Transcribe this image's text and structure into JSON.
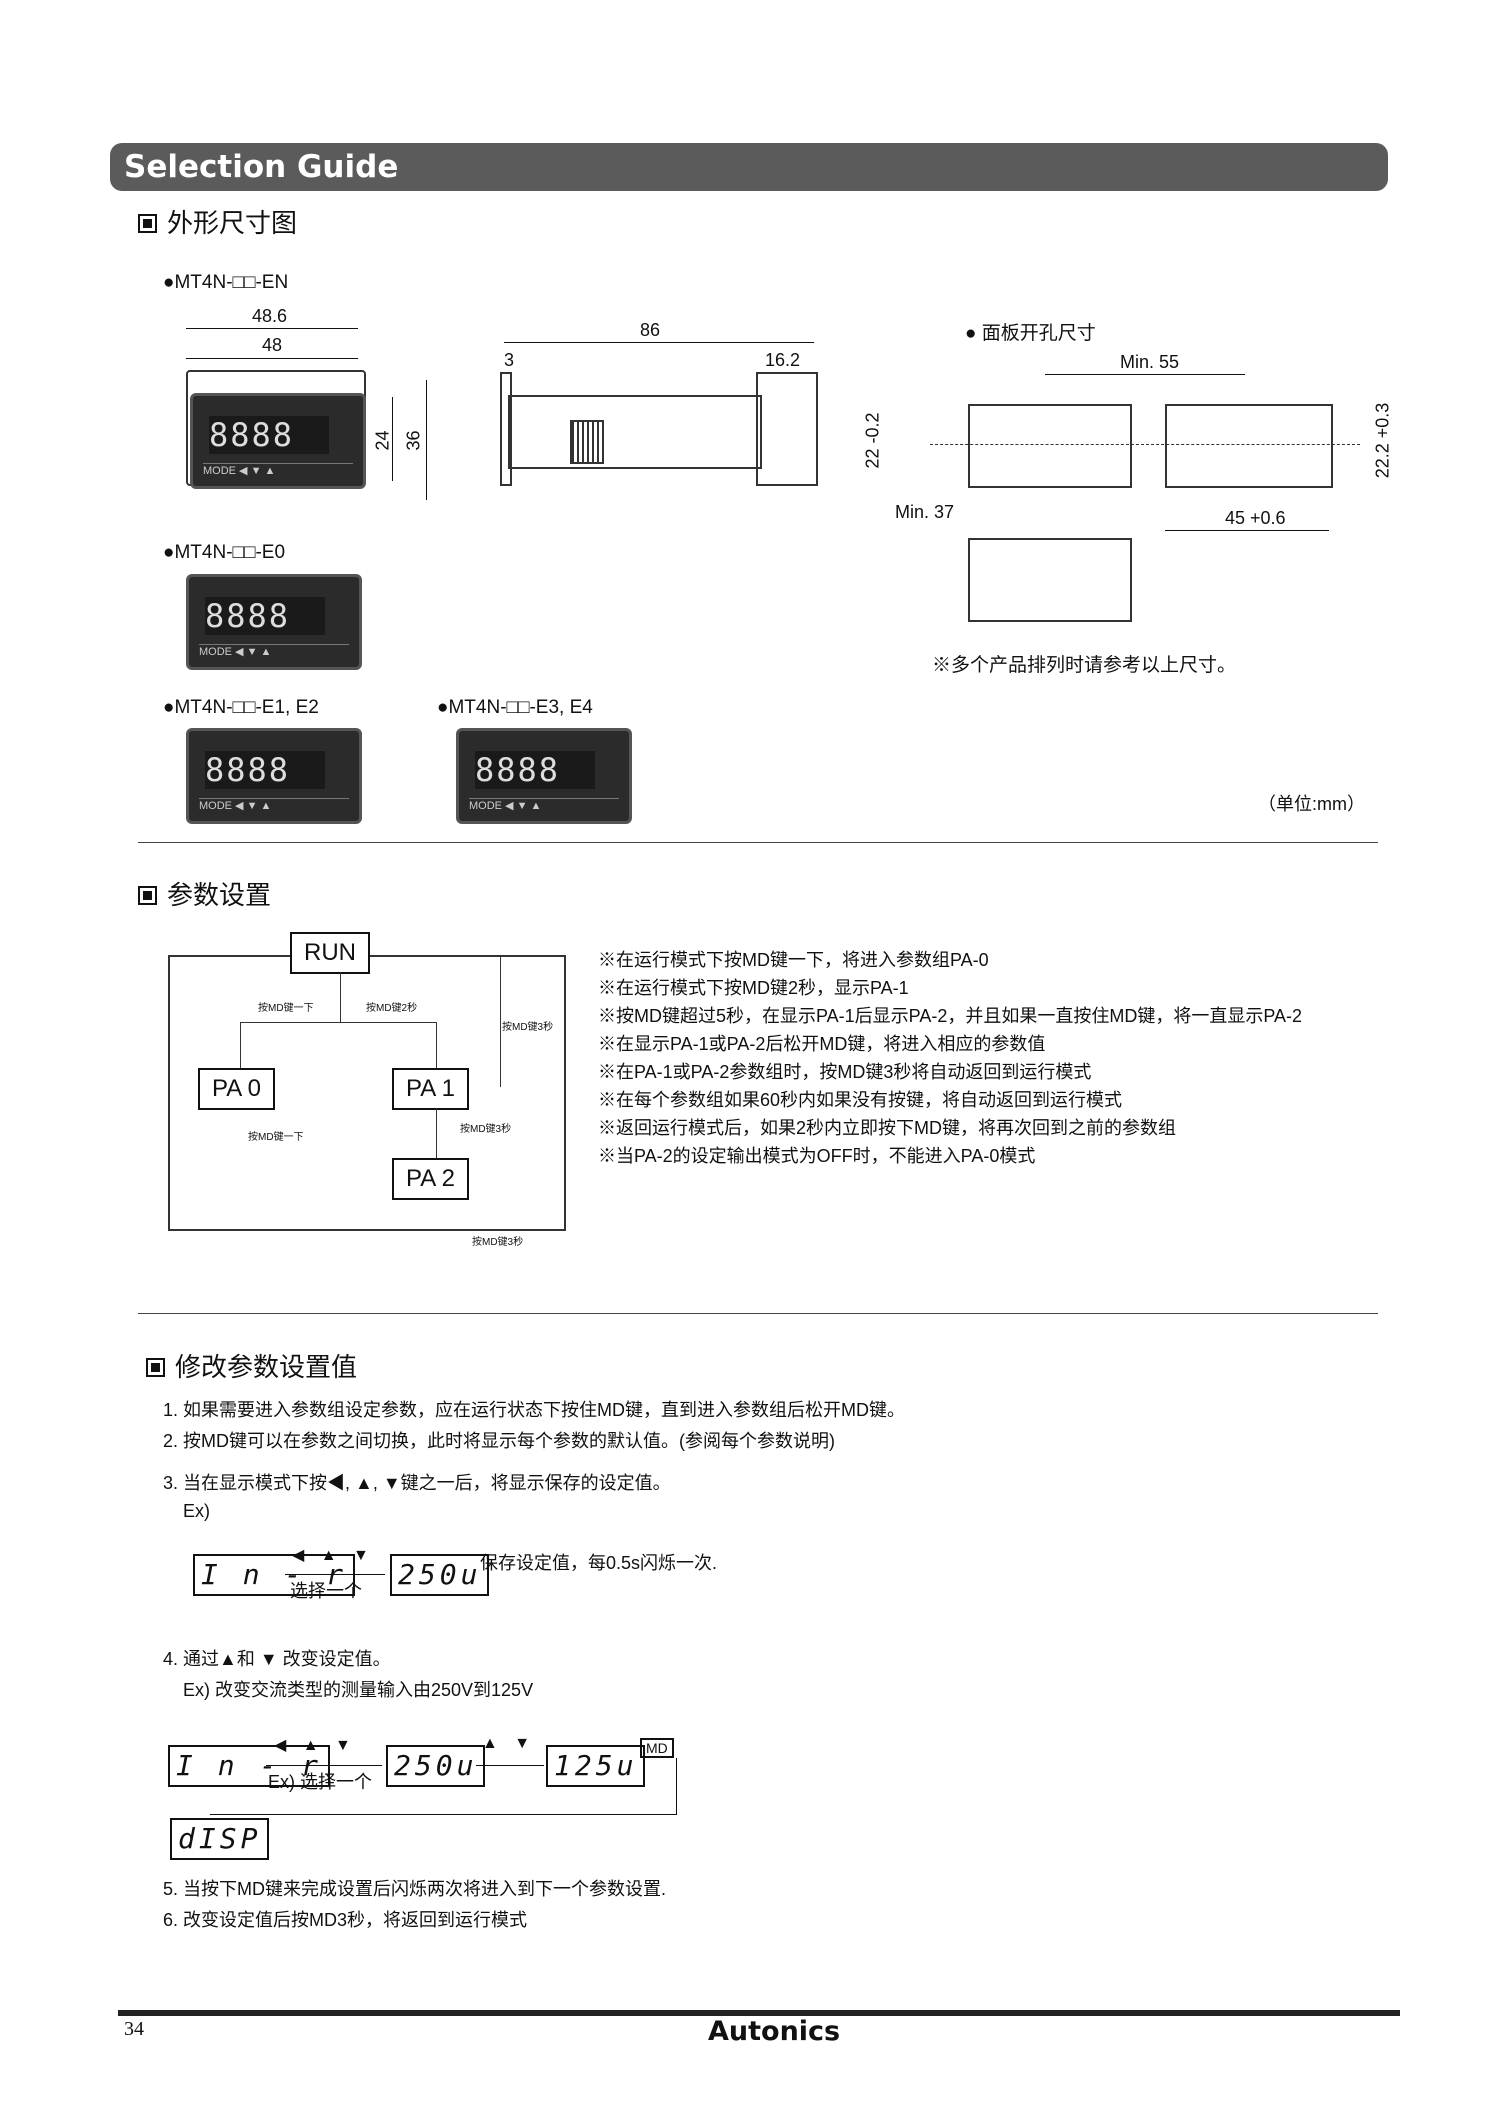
{
  "header": {
    "banner": "Selection Guide"
  },
  "dimensions": {
    "section_title": "外形尺寸图",
    "models": [
      "●MT4N-□□-EN",
      "●MT4N-□□-E0",
      "●MT4N-□□-E1, E2",
      "●MT4N-□□-E3, E4"
    ],
    "front_dims": [
      "48.6",
      "48",
      "24",
      "36"
    ],
    "side_dims": [
      "86",
      "3",
      "16.2",
      "22 -0.2"
    ],
    "panel_cutout_title": "● 面板开孔尺寸",
    "cutout_dims": [
      "Min. 55",
      "Min. 37",
      "45 +0.6",
      "22.2 +0.3"
    ],
    "note": "※多个产品排列时请参考以上尺寸。",
    "unit": "（单位:mm）",
    "display_text": "8888"
  },
  "params": {
    "section_title": "参数设置",
    "boxes": [
      "RUN",
      "PA 0",
      "PA 1",
      "PA 2"
    ],
    "arrow_labels": [
      "按MD键一下",
      "按MD键2秒",
      "按MD键3秒",
      "按MD键一下",
      "按MD键3秒",
      "按MD键3秒"
    ],
    "notes": [
      "※在运行模式下按MD键一下，将进入参数组PA-0",
      "※在运行模式下按MD键2秒，显示PA-1",
      "※按MD键超过5秒，在显示PA-1后显示PA-2，并且如果一直按住MD键，将一直显示PA-2",
      "※在显示PA-1或PA-2后松开MD键，将进入相应的参数值",
      "※在PA-1或PA-2参数组时，按MD键3秒将自动返回到运行模式",
      "※在每个参数组如果60秒内如果没有按键，将自动返回到运行模式",
      "※返回运行模式后，如果2秒内立即按下MD键，将再次回到之前的参数组",
      "※当PA-2的设定输出模式为OFF时，不能进入PA-0模式"
    ]
  },
  "modify": {
    "section_title": "修改参数设置值",
    "steps": [
      "1. 如果需要进入参数组设定参数，应在运行状态下按住MD键，直到进入参数组后松开MD键。",
      "2. 按MD键可以在参数之间切换，此时将显示每个参数的默认值。(参阅每个参数说明)",
      "3. 当在显示模式下按◀, ▲, ▼键之一后，将显示保存的设定值。",
      "Ex)",
      "4. 通过▲和 ▼ 改变设定值。",
      "Ex) 改变交流类型的测量输入由250V到125V",
      "5. 当按下MD键来完成设置后闪烁两次将进入到下一个参数设置.",
      "6. 改变设定值后按MD3秒，将返回到运行模式"
    ],
    "ex1": {
      "lcd_from": "I n - r",
      "keys": "◀ ▲ ▼",
      "choose": "选择一个",
      "lcd_to": "250u",
      "note": "保存设定值，每0.5s闪烁一次."
    },
    "ex2": {
      "lcd_from": "I n - r",
      "keys": "◀ ▲ ▼",
      "choose": "Ex) 选择一个",
      "lcd_mid": "250u",
      "keys2": "▲ ▼",
      "lcd_to": "125u",
      "md": "MD",
      "lcd_end": "dISP"
    }
  },
  "footer": {
    "page": "34",
    "brand": "Autonics"
  }
}
